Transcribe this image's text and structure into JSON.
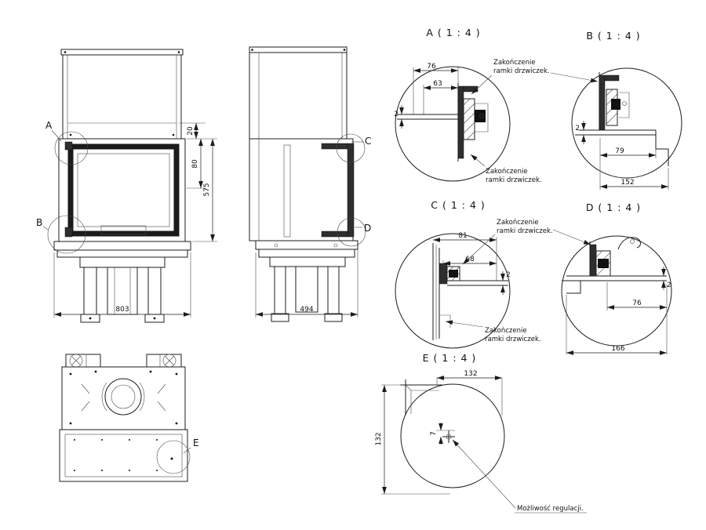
{
  "views": {
    "front": {
      "label_a": "A",
      "label_b": "B",
      "dim_width": "803",
      "dim_height": "575",
      "dim_frame": "80",
      "dim_gap": "20"
    },
    "side": {
      "label_c": "C",
      "label_d": "D",
      "dim_depth": "494"
    },
    "bottom": {
      "label_e": "E"
    }
  },
  "details": {
    "a": {
      "title": "A ( 1 : 4 )",
      "dim_76": "76",
      "dim_63": "63",
      "dim_2": "2"
    },
    "b": {
      "title": "B ( 1 : 4 )",
      "dim_2": "2",
      "dim_79": "79",
      "dim_152": "152"
    },
    "c": {
      "title": "C ( 1 : 4 )",
      "dim_81": "81",
      "dim_68": "68",
      "dim_2": "2"
    },
    "d": {
      "title": "D ( 1 : 4 )",
      "dim_2": "2",
      "dim_76": "76",
      "dim_166": "166"
    },
    "e": {
      "title": "E ( 1 : 4 )",
      "dim_top": "132",
      "dim_left": "132",
      "dim_7": "7"
    }
  },
  "annotations": {
    "frame_end_line1": "Zakończenie",
    "frame_end_line2": "ramki drzwiczek.",
    "adjustment": "Możliwość regulacji."
  }
}
